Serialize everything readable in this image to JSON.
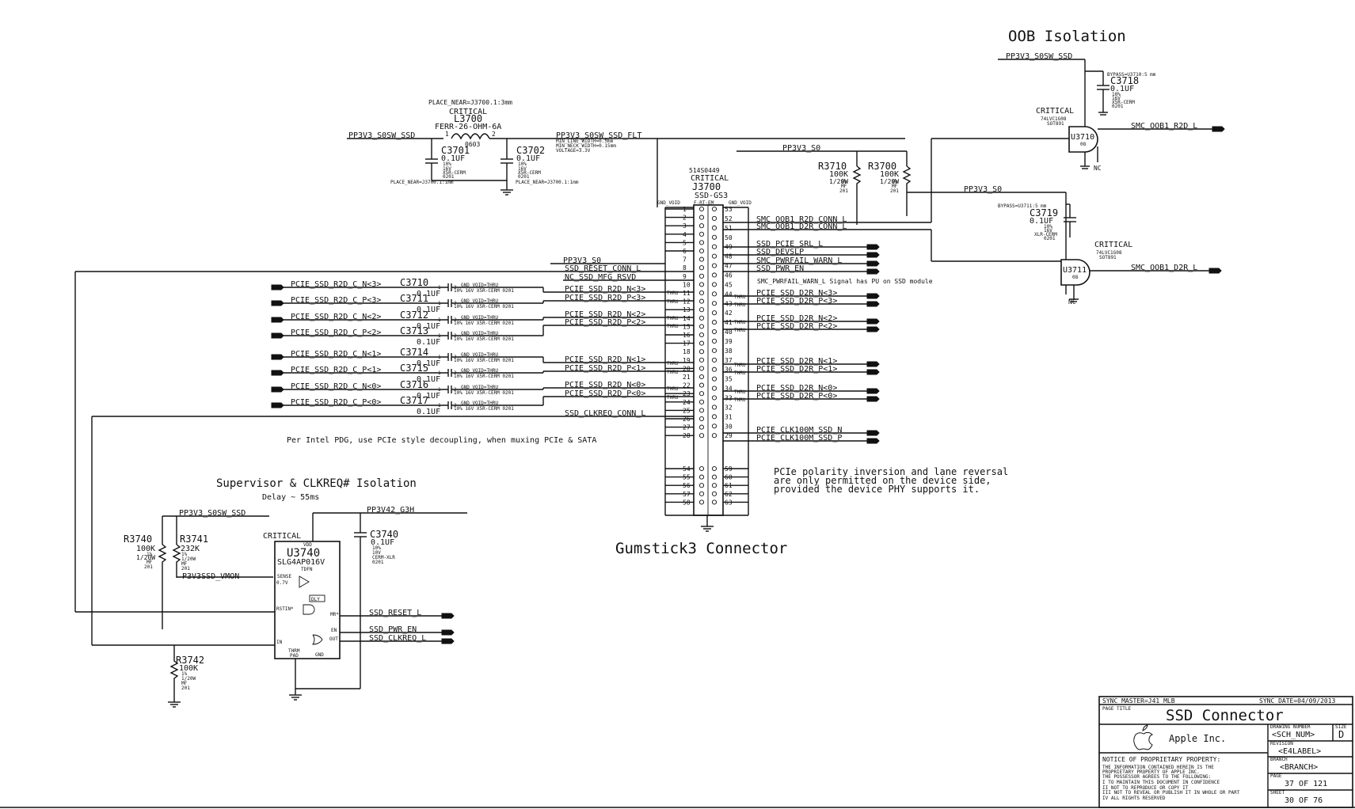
{
  "headings": {
    "oob": "OOB Isolation",
    "gumstick": "Gumstick3 Connector",
    "supervisor": "Supervisor & CLKREQ# Isolation",
    "delay": "Delay ~ 55ms",
    "per_intel": "Per Intel PDG, use PCIe style decoupling, when muxing PCIe & SATA",
    "note1": "PCIe polarity inversion and lane reversal",
    "note2": "are only permitted on the device side,",
    "note3": "provided the device PHY supports it.",
    "pwrfail_note": "SMC_PWRFAIL_WARN_L Signal has PU on SSD module"
  },
  "connector": {
    "part": "514S0449",
    "critical": "CRITICAL",
    "ref": "J3700",
    "type": "SSD-GS3",
    "gnd_void_left": "GND_VOID",
    "ftem": "F-RT-EM",
    "gnd_void_right": "GND_VOID",
    "left_pins": [
      "1",
      "2",
      "3",
      "4",
      "5",
      "6",
      "7",
      "8",
      "9",
      "10",
      "11",
      "12",
      "13",
      "14",
      "15",
      "16",
      "17",
      "18",
      "19",
      "20",
      "21",
      "22",
      "23",
      "24",
      "25",
      "26",
      "27",
      "28"
    ],
    "right_pins": [
      "53",
      "52",
      "51",
      "50",
      "49",
      "48",
      "47",
      "46",
      "45",
      "44",
      "43",
      "42",
      "41",
      "40",
      "39",
      "38",
      "37",
      "36",
      "35",
      "34",
      "33",
      "32",
      "31",
      "30",
      "29"
    ],
    "bottom_left_pins": [
      "54",
      "55",
      "56",
      "57",
      "58"
    ],
    "bottom_right_pins": [
      "59",
      "60",
      "61",
      "62",
      "63"
    ],
    "thru": "THRU"
  },
  "inductor": {
    "placement_top": "PLACE_NEAR=J3700.1:3mm",
    "critical": "CRITICAL",
    "ref": "L3700",
    "value": "FERR-26-OHM-6A",
    "pkg": "0603",
    "pin1": "1",
    "pin2": "2"
  },
  "caps_top": [
    {
      "ref": "C3701",
      "value": "0.1UF",
      "l1": "10%",
      "l2": "16V",
      "l3": "X5R-CERM",
      "l4": "0201",
      "place": "PLACE_NEAR=J3700.1:1mm"
    },
    {
      "ref": "C3702",
      "value": "0.1UF",
      "l1": "10%",
      "l2": "16V",
      "l3": "X5R-CERM",
      "l4": "0201",
      "place": "PLACE_NEAR=J3700.1:1mm"
    }
  ],
  "nets_top": {
    "pp3v3_s0sw_ssd": "PP3V3_S0SW_SSD",
    "pp3v3_s0sw_ssd_flt": "PP3V3_S0SW_SSD_FLT",
    "flt_line1": "MIN_LINE_WIDTH=0.5mm",
    "flt_line2": "MIN_NECK_WIDTH=0.15mm",
    "flt_line3": "VOLTAGE=3.3V",
    "pp3v3_s0": "PP3V3_S0",
    "pp3v3_s0_b": "PP3V3_S0",
    "pp3v3_s0_c": "PP3V3_S0"
  },
  "resistors_top": [
    {
      "ref": "R3710",
      "value": "100K",
      "l1": "1/20W",
      "l2": "5%",
      "l3": "MF",
      "l4": "201"
    },
    {
      "ref": "R3700",
      "value": "100K",
      "l1": "1/20W",
      "l2": "5%",
      "l3": "MF",
      "l4": "201"
    }
  ],
  "left_caps": [
    {
      "ref": "C3710",
      "value": "0.1UF",
      "in": "PCIE_SSD_R2D_C_N<3>",
      "out": "PCIE_SSD_R2D_N<3>"
    },
    {
      "ref": "C3711",
      "value": "0.1UF",
      "in": "PCIE_SSD_R2D_C_P<3>",
      "out": "PCIE_SSD_R2D_P<3>"
    },
    {
      "ref": "C3712",
      "value": "0.1UF",
      "in": "PCIE_SSD_R2D_C_N<2>",
      "out": "PCIE_SSD_R2D_N<2>"
    },
    {
      "ref": "C3713",
      "value": "0.1UF",
      "in": "PCIE_SSD_R2D_C_P<2>",
      "out": "PCIE_SSD_R2D_P<2>"
    },
    {
      "ref": "C3714",
      "value": "0.1UF",
      "in": "PCIE_SSD_R2D_C_N<1>",
      "out": "PCIE_SSD_R2D_N<1>"
    },
    {
      "ref": "C3715",
      "value": "0.1UF",
      "in": "PCIE_SSD_R2D_C_P<1>",
      "out": "PCIE_SSD_R2D_P<1>"
    },
    {
      "ref": "C3716",
      "value": "0.1UF",
      "in": "PCIE_SSD_R2D_C_N<0>",
      "out": "PCIE_SSD_R2D_N<0>"
    },
    {
      "ref": "C3717",
      "value": "0.1UF",
      "in": "PCIE_SSD_R2D_C_P<0>",
      "out": "PCIE_SSD_R2D_P<0>"
    }
  ],
  "cap_small": {
    "gnd_void_thru": "GND_VOID=THRU",
    "spec": "10% 16V X5R-CERM 0201",
    "pin1": "1",
    "pin2": "2"
  },
  "left_nets": {
    "pp3v3_s0": "PP3V3_S0",
    "ssd_reset_conn_l": "SSD_RESET_CONN_L",
    "nc_ssd_mfg_rsvd": "NC_SSD_MFG_RSVD",
    "ssd_clkreq_conn_l": "SSD_CLKREQ_CONN_L"
  },
  "right_nets": {
    "oob_r2d_conn": "SMC_OOB1_R2D_CONN_L",
    "oob_d2r_conn": "SMC_OOB1_D2R_CONN_L",
    "pcie_srl": "SSD_PCIE_SRL_L",
    "devslp": "SSD_DEVSLP",
    "pwrfail": "SMC_PWRFAIL_WARN_L",
    "pwr_en": "SSD_PWR_EN",
    "d2r": [
      "PCIE_SSD_D2R_N<3>",
      "PCIE_SSD_D2R_P<3>",
      "PCIE_SSD_D2R_N<2>",
      "PCIE_SSD_D2R_P<2>",
      "PCIE_SSD_D2R_N<1>",
      "PCIE_SSD_D2R_P<1>",
      "PCIE_SSD_D2R_N<0>",
      "PCIE_SSD_D2R_P<0>"
    ],
    "clk_n": "PCIE_CLK100M_SSD_N",
    "clk_p": "PCIE_CLK100M_SSD_P"
  },
  "oob": {
    "pp3v3_s0sw_ssd": "PP3V3_S0SW_SSD",
    "c3718": {
      "bypass": "BYPASS=U3710:5 mm",
      "ref": "C3718",
      "value": "0.1UF",
      "l1": "10%",
      "l2": "16V",
      "l3": "X5R-CERM",
      "l4": "0201"
    },
    "u3710": {
      "critical": "CRITICAL",
      "part": "74LVC1G08",
      "pkg": "SOT891",
      "ref": "U3710",
      "sub": "08",
      "out": "SMC_OOB1_R2D_L",
      "nc": "NC"
    },
    "pp3v3_s0": "PP3V3_S0",
    "c3719": {
      "bypass": "BYPASS=U3711:5 mm",
      "ref": "C3719",
      "value": "0.1UF",
      "l1": "10%",
      "l2": "16V",
      "l3": "XLR-CERM",
      "l4": "0201"
    },
    "u3711": {
      "critical": "CRITICAL",
      "part": "74LVC1G08",
      "pkg": "SOT891",
      "ref": "U3711",
      "sub": "08",
      "out": "SMC_OOB1_D2R_L",
      "nc": "NC"
    }
  },
  "supervisor": {
    "pp3v3_s0sw_ssd": "PP3V3_S0SW_SSD",
    "pp3v42_g3h": "PP3V42_G3H",
    "r3740": {
      "ref": "R3740",
      "value": "100K",
      "l1": "1%",
      "l2": "1/20W",
      "l3": "MF",
      "l4": "201"
    },
    "r3741": {
      "ref": "R3741",
      "value": "232K",
      "l1": "1%",
      "l2": "1/20W",
      "l3": "MF",
      "l4": "201"
    },
    "r3742": {
      "ref": "R3742",
      "value": "100K",
      "l1": "1%",
      "l2": "1/20W",
      "l3": "MF",
      "l4": "201"
    },
    "c3740": {
      "ref": "C3740",
      "value": "0.1UF",
      "l1": "10%",
      "l2": "10V",
      "l3": "CERM-XLR",
      "l4": "0201"
    },
    "vmon": "P3V3SSD_VMON",
    "u3740": {
      "critical": "CRITICAL",
      "ref": "U3740",
      "part": "SLG4AP016V",
      "pkg": "TDFN",
      "vdd": "VDD",
      "sense": "SENSE",
      "v07": "0.7V",
      "dly": "DLY",
      "rstin": "RSTIN*",
      "mr": "MR*",
      "in": "IN",
      "en": "EN",
      "out": "OUT",
      "therm": "THRM",
      "pad": "PAD",
      "gnd": "GND"
    },
    "ssd_reset_l": "SSD_RESET_L",
    "ssd_pwr_en": "SSD_PWR_EN",
    "ssd_clkreq_l": "SSD_CLKREQ_L"
  },
  "title_block": {
    "sync_master": "SYNC_MASTER=J41_MLB",
    "sync_date": "SYNC_DATE=04/09/2013",
    "page_title_label": "PAGE TITLE",
    "page_title": "SSD Connector",
    "company": "Apple Inc.",
    "drawing_label": "DRAWING NUMBER",
    "drawing_number": "<SCH_NUM>",
    "size_label": "SIZE",
    "size": "D",
    "revision_label": "REVISION",
    "revision": "<E4LABEL>",
    "branch_label": "BRANCH",
    "branch": "<BRANCH>",
    "page_label": "PAGE",
    "page": "37 OF 121",
    "sheet_label": "SHEET",
    "sheet": "30 OF 76",
    "notice_title": "NOTICE OF PROPRIETARY PROPERTY:",
    "notice": [
      "THE INFORMATION CONTAINED HEREIN IS THE",
      "PROPRIETARY PROPERTY OF APPLE INC.",
      "THE POSSESSOR AGREES TO THE FOLLOWING:",
      "I TO MAINTAIN THIS DOCUMENT IN CONFIDENCE",
      "II NOT TO REPRODUCE OR COPY IT",
      "III NOT TO REVEAL OR PUBLISH IT IN WHOLE OR PART",
      "IV ALL RIGHTS RESERVED"
    ]
  }
}
